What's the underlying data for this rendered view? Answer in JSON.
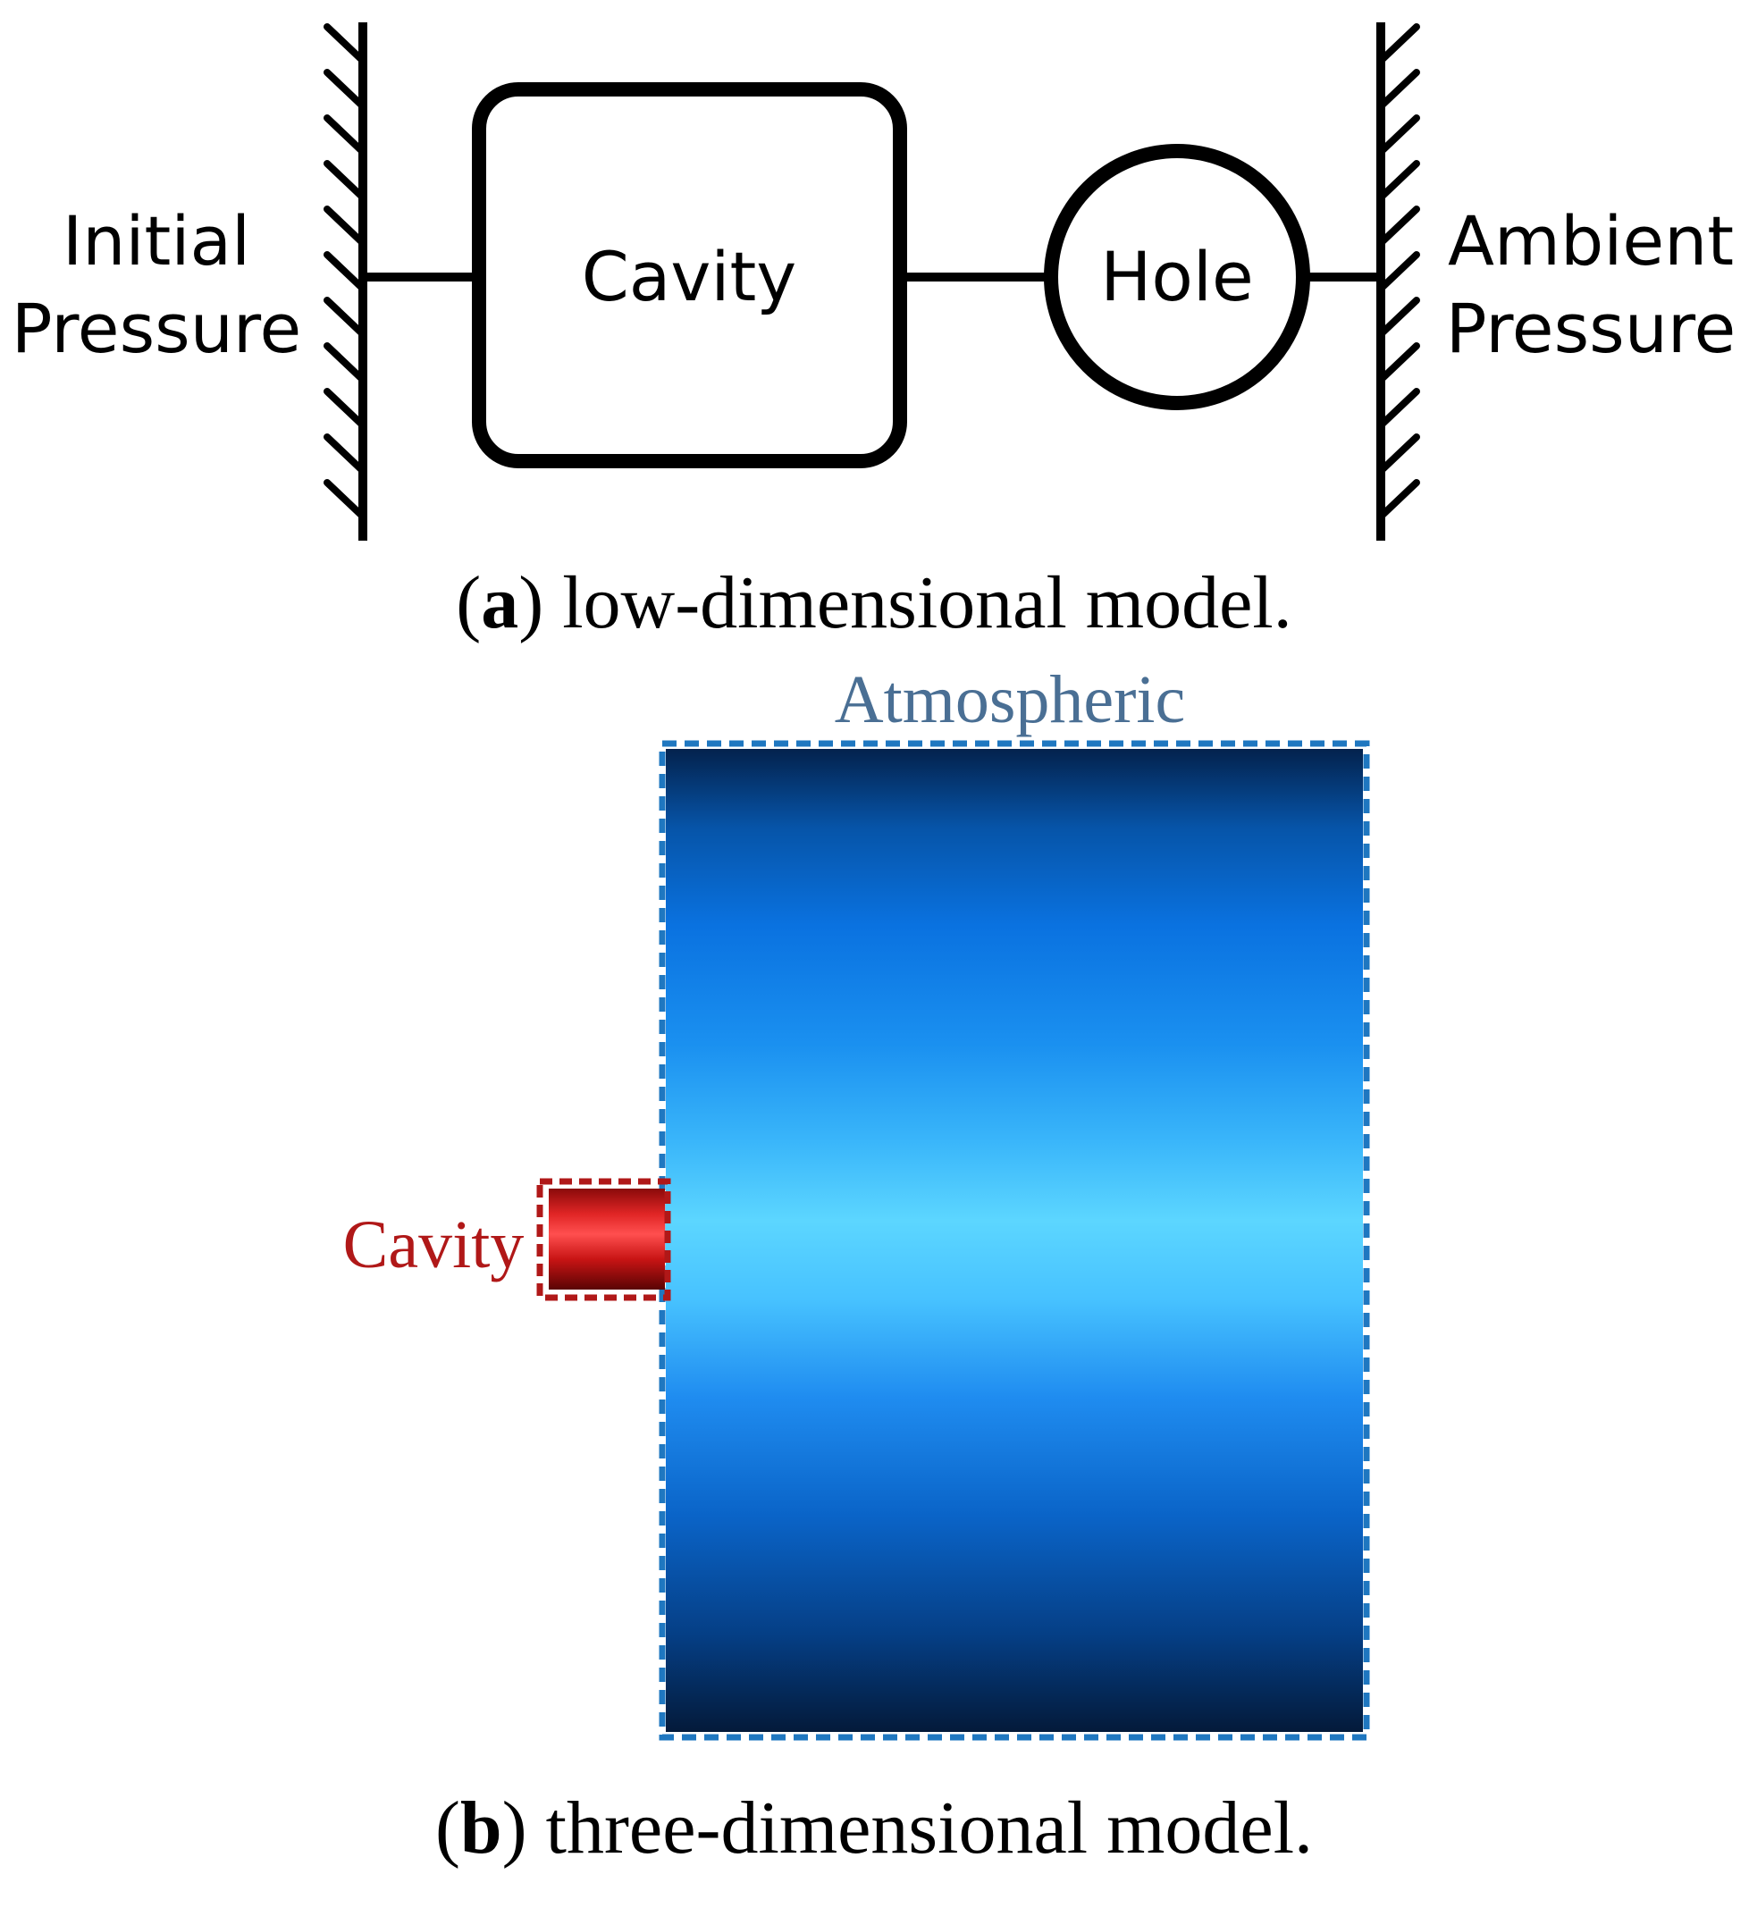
{
  "panel_a": {
    "left_label_line1": "Initial",
    "left_label_line2": "Pressure",
    "right_label_line1": "Ambient",
    "right_label_line2": "Pressure",
    "cavity_label": "Cavity",
    "hole_label": "Hole",
    "caption_letter": "a",
    "caption_text": " low-dimensional model."
  },
  "panel_b": {
    "atmospheric_label": "Atmospheric",
    "cavity_label": "Cavity",
    "caption_letter": "b",
    "caption_text": " three-dimensional model.",
    "colors": {
      "atmospheric_label": "#4a6f94",
      "atmospheric_border": "#1f77c0",
      "atmospheric_dark": "#04224d",
      "atmospheric_mid": "#0a72e0",
      "atmospheric_light": "#5cd6ff",
      "cavity_label": "#b01818",
      "cavity_border": "#b01818",
      "cavity_light": "#ff4f4f",
      "cavity_dark": "#6a0606"
    }
  }
}
